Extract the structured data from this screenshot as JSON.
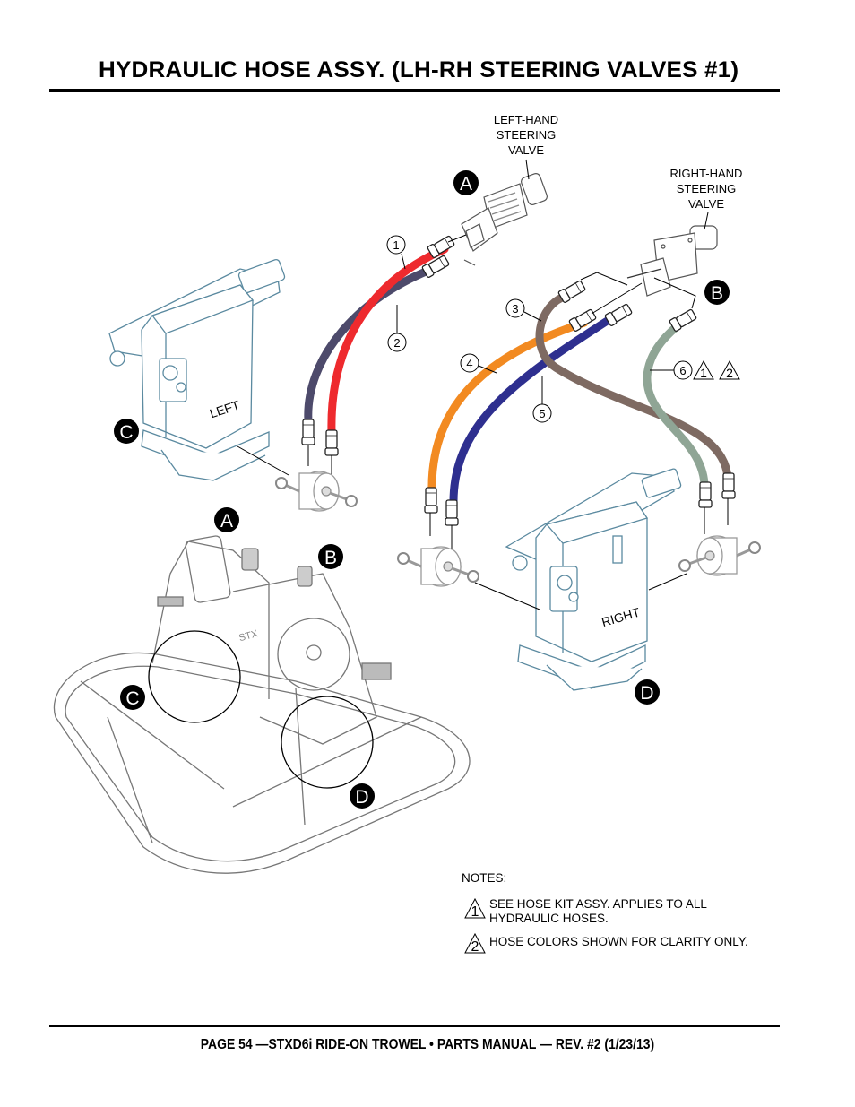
{
  "page": {
    "title": "HYDRAULIC HOSE ASSY. (LH-RH STEERING VALVES #1)",
    "footer": "PAGE 54 —STXD6i RIDE-ON TROWEL • PARTS MANUAL — REV. #2 (1/23/13)"
  },
  "diagram": {
    "component_labels": {
      "left_valve": "LEFT-HAND\nSTEERING\nVALVE",
      "right_valve": "RIGHT-HAND\nSTEERING\nVALVE",
      "left_gearbox": "LEFT",
      "right_gearbox": "RIGHT",
      "trowel_badge": "STX"
    },
    "view_callouts": [
      "A",
      "B",
      "C",
      "D"
    ],
    "hoses": [
      {
        "number": "1",
        "color": "#ee2a2e"
      },
      {
        "number": "2",
        "color": "#4d4a6b"
      },
      {
        "number": "3",
        "color": "#7e6a62"
      },
      {
        "number": "4",
        "color": "#f28a21"
      },
      {
        "number": "5",
        "color": "#2e2f8f"
      },
      {
        "number": "6",
        "color": "#8fa595",
        "note_refs": [
          "1",
          "2"
        ]
      }
    ],
    "line_art_color": "#5b8aa0"
  },
  "notes": {
    "heading": "NOTES:",
    "items": [
      {
        "marker": "1",
        "text": "SEE HOSE KIT ASSY.  APPLIES TO ALL\nHYDRAULIC HOSES."
      },
      {
        "marker": "2",
        "text": "HOSE COLORS SHOWN FOR CLARITY ONLY."
      }
    ]
  }
}
